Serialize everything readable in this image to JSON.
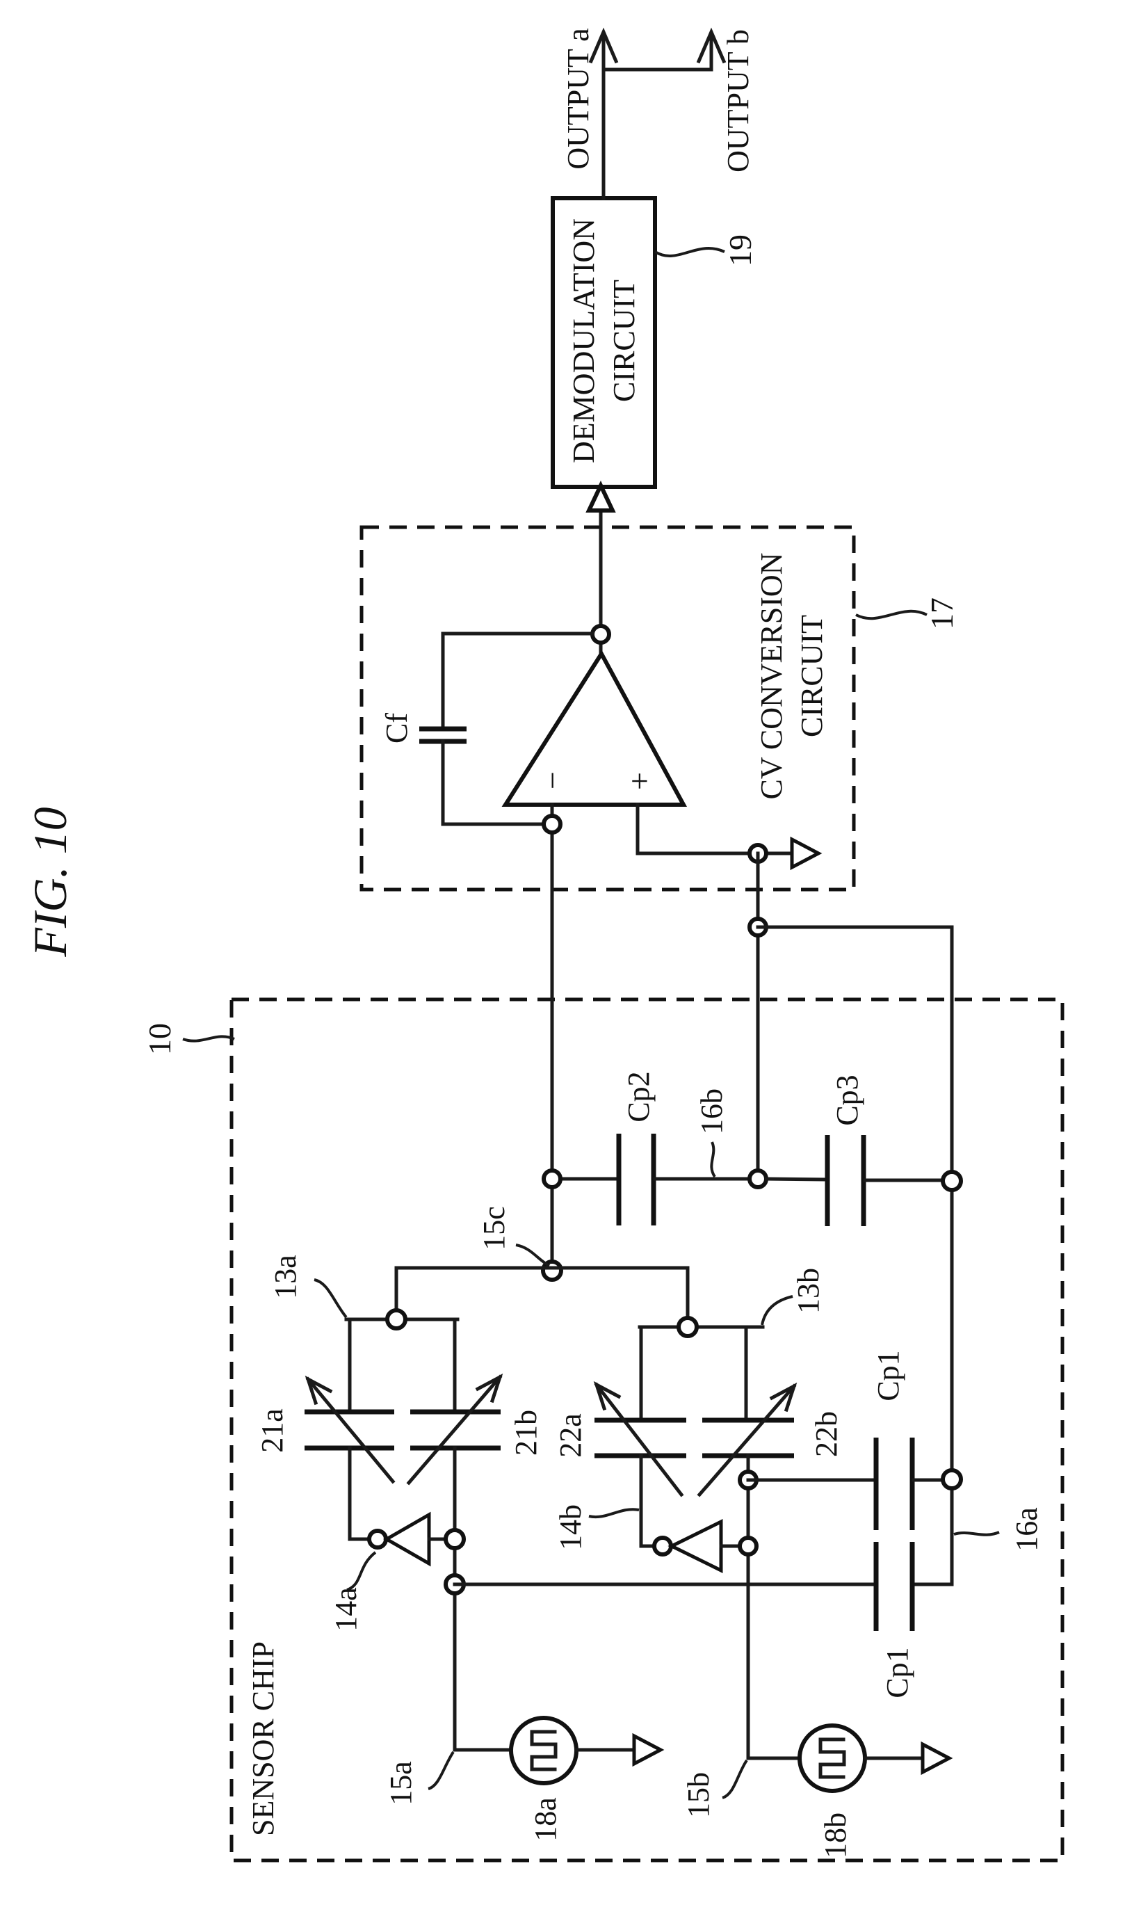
{
  "figure_title": "FIG.  10",
  "outputs": {
    "a": "OUTPUT a",
    "b": "OUTPUT b"
  },
  "demodulation": {
    "line1": "DEMODULATION",
    "line2": "CIRCUIT",
    "ref": "19"
  },
  "cv_circuit": {
    "line1": "CV CONVERSION",
    "line2": "CIRCUIT",
    "ref": "17",
    "feedback_cap": "Cf",
    "opamp_minus": "−",
    "opamp_plus": "+"
  },
  "sensor_chip": {
    "title": "SENSOR CHIP",
    "ref": "10",
    "caps": {
      "cp2": "Cp2",
      "cp3": "Cp3",
      "cp1_upper": "Cp1",
      "cp1_lower": "Cp1"
    },
    "nodes": {
      "n13a": "13a",
      "n13b": "13b",
      "n15a": "15a",
      "n15b": "15b",
      "n15c": "15c",
      "n16a": "16a",
      "n16b": "16b"
    },
    "variable_caps": {
      "c21a": "21a",
      "c21b": "21b",
      "c22a": "22a",
      "c22b": "22b"
    },
    "inverters": {
      "i14a": "14a",
      "i14b": "14b"
    },
    "oscillators": {
      "o18a": "18a",
      "o18b": "18b"
    }
  }
}
